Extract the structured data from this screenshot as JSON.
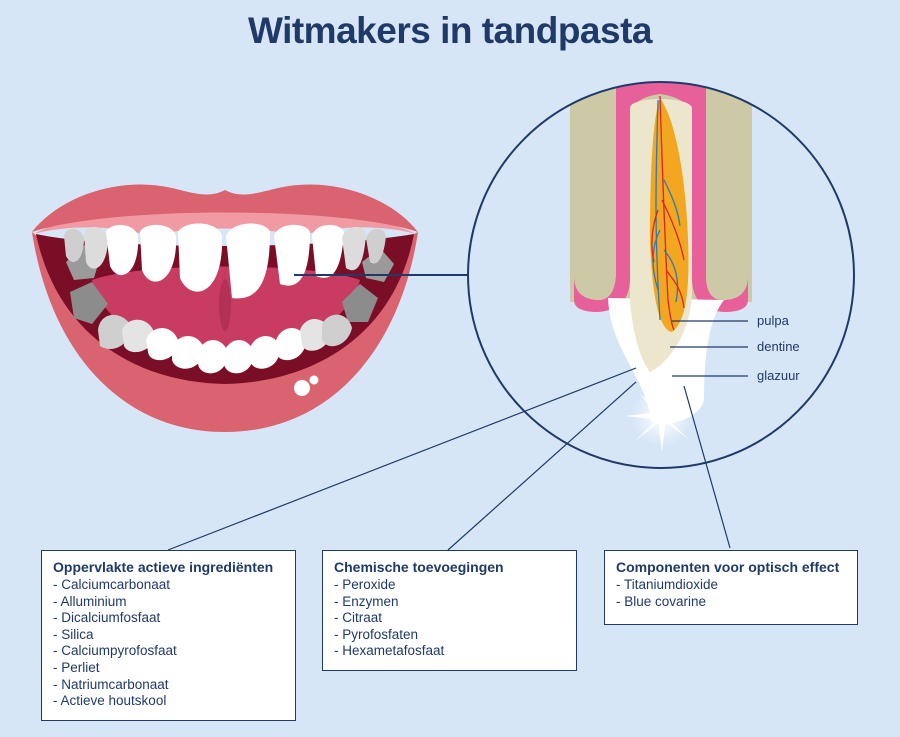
{
  "title": "Witmakers in tandpasta",
  "tooth_labels": {
    "pulpa": "pulpa",
    "dentine": "dentine",
    "glazuur": "glazuur"
  },
  "boxes": [
    {
      "heading": "Oppervlakte actieve ingrediënten",
      "items": [
        "Calciumcarbonaat",
        "Alluminium",
        "Dicalciumfosfaat",
        "Silica",
        "Calciumpyrofosfaat",
        "Perliet",
        "Natriumcarbonaat",
        "Actieve houtskool"
      ]
    },
    {
      "heading": "Chemische toevoegingen",
      "items": [
        "Peroxide",
        "Enzymen",
        "Citraat",
        "Pyrofosfaten",
        "Hexametafosfaat"
      ]
    },
    {
      "heading": "Componenten voor optisch effect",
      "items": [
        "Titaniumdioxide",
        "Blue covarine"
      ]
    }
  ],
  "colors": {
    "background": "#d7e6f7",
    "navy": "#1f3a68",
    "lip": "#d9636f",
    "gum": "#e8609a",
    "pulp": "#f3a61f"
  }
}
